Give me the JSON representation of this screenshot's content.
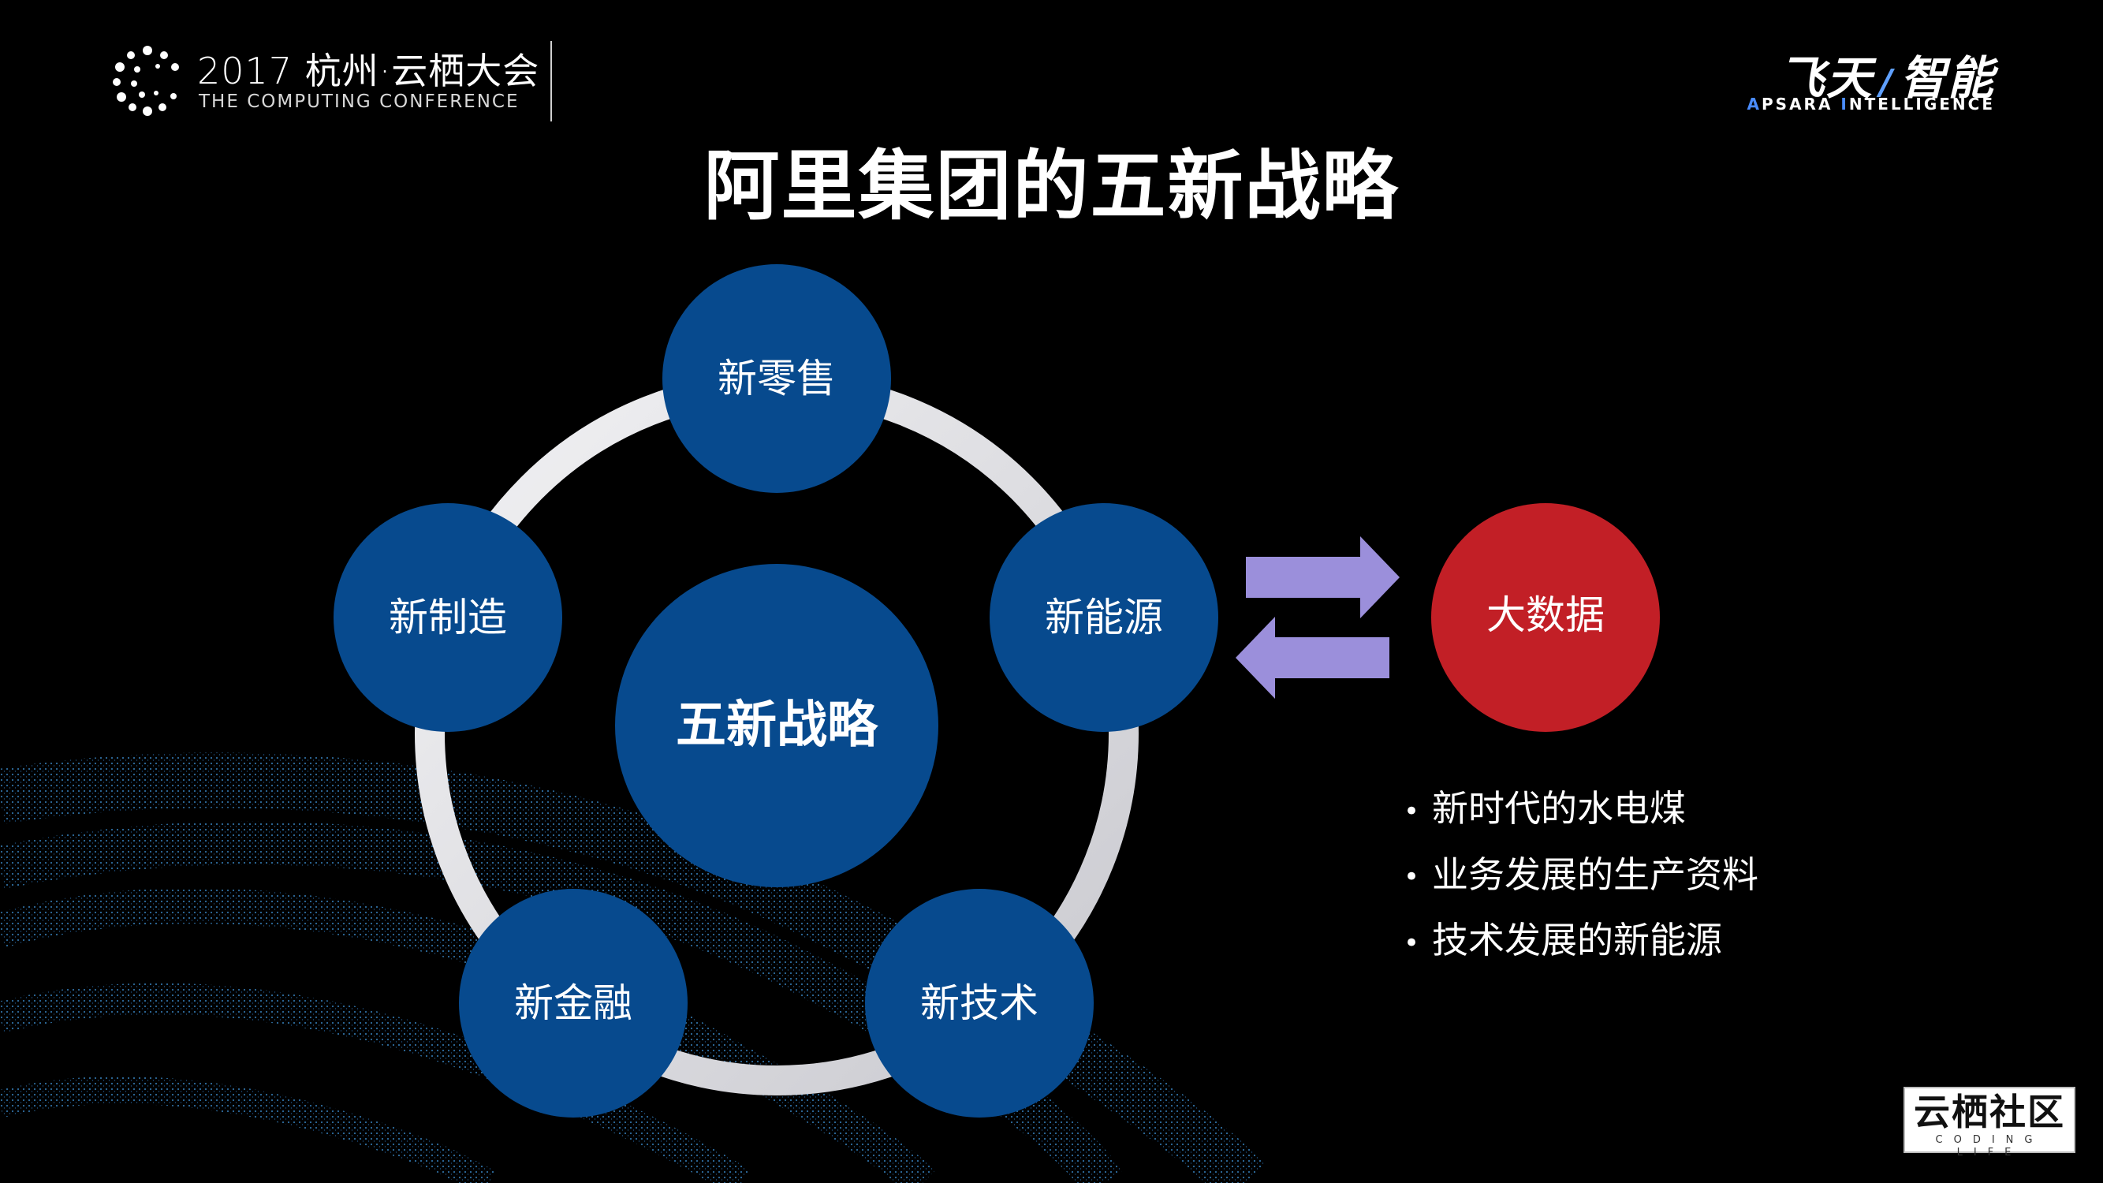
{
  "header": {
    "conference_title": "2017 杭州·云栖大会",
    "conference_subtitle": "THE COMPUTING CONFERENCE",
    "brand_main_left": "飞天",
    "brand_slash": "/",
    "brand_main_right": "智能",
    "brand_sub_a": "A",
    "brand_sub_b": "PSARA ",
    "brand_sub_c": "I",
    "brand_sub_d": "NTELLIGENCE"
  },
  "title": "阿里集团的五新战略",
  "diagram": {
    "center": "五新战略",
    "nodes": [
      {
        "id": "retail",
        "label": "新零售"
      },
      {
        "id": "energy",
        "label": "新能源"
      },
      {
        "id": "technology",
        "label": "新技术"
      },
      {
        "id": "finance",
        "label": "新金融"
      },
      {
        "id": "manufacturing",
        "label": "新制造"
      }
    ],
    "related": "大数据",
    "colors": {
      "node_blue": "#074A8E",
      "ring": "#E6E6E8",
      "arrow": "#9B8FDB",
      "bigdata_red": "#C21F26"
    }
  },
  "bullets": [
    "新时代的水电煤",
    "业务发展的生产资料",
    "技术发展的新能源"
  ],
  "footer_logo": {
    "main": "云栖社区",
    "sub": "CODING LIFE"
  }
}
